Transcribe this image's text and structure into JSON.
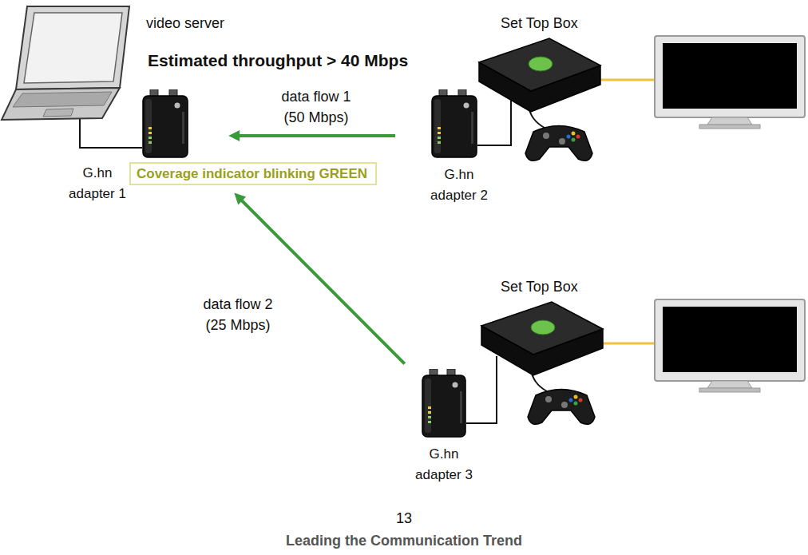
{
  "diagram": {
    "nodes": [
      {
        "text": [
          "G.hn adapter 1"
        ]
      },
      {
        "text": [
          "Coverage indicator blinking GREEN"
        ]
      },
      {
        "text": [
          "G.hn adapter 2"
        ]
      },
      {
        "text": [
          "G.hn adapter 3"
        ]
      }
    ],
    "edges": [
      {
        "from": 2,
        "to": 0,
        "arrow": "to",
        "label": "data flow 1 (50 Mbps)"
      },
      {
        "from": 3,
        "to": 0,
        "arrow": "to",
        "label": "data flow 2 (25 Mbps)"
      }
    ],
    "labels": [
      "video server",
      "Estimated throughput > 40 Mbps",
      "Set Top Box",
      "Set Top Box",
      "13",
      "Leading the Communication Trend"
    ]
  }
}
